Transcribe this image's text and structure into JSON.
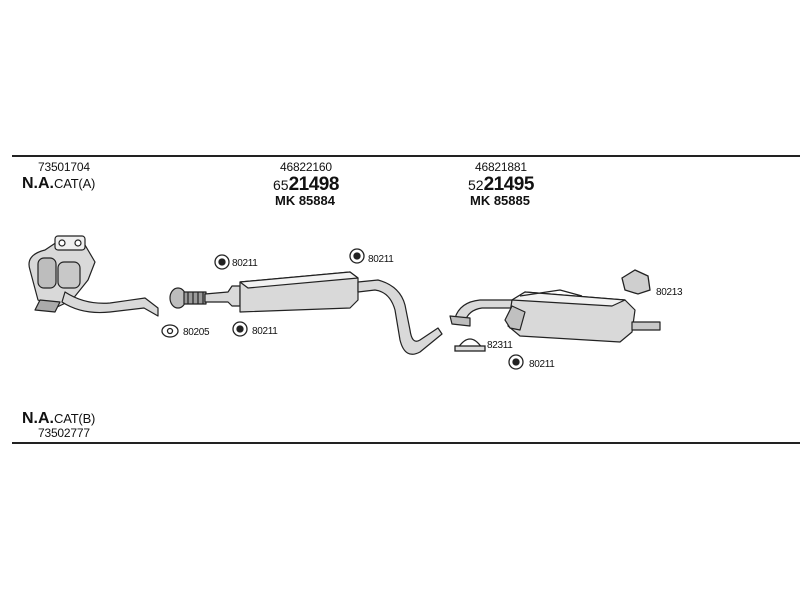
{
  "variant_a": {
    "part_no": "73501704",
    "label_bold": "N.A.",
    "label_rest": "CAT(A)"
  },
  "variant_b": {
    "part_no": "73502777",
    "label_bold": "N.A.",
    "label_rest": "CAT(B)"
  },
  "part_middle": {
    "oe": "46822160",
    "prefix": "65",
    "num": "21498",
    "mk": "MK 85884"
  },
  "part_rear": {
    "oe": "46821881",
    "prefix": "52",
    "num": "21495",
    "mk": "MK 85885"
  },
  "callouts": {
    "c1": "80211",
    "c2": "80211",
    "c3": "80205",
    "c4": "80211",
    "c5": "82311",
    "c6": "80211",
    "c7": "80213"
  },
  "colors": {
    "line": "#222222",
    "part_fill": "#d9d9d9",
    "part_dark": "#8a8a8a"
  }
}
